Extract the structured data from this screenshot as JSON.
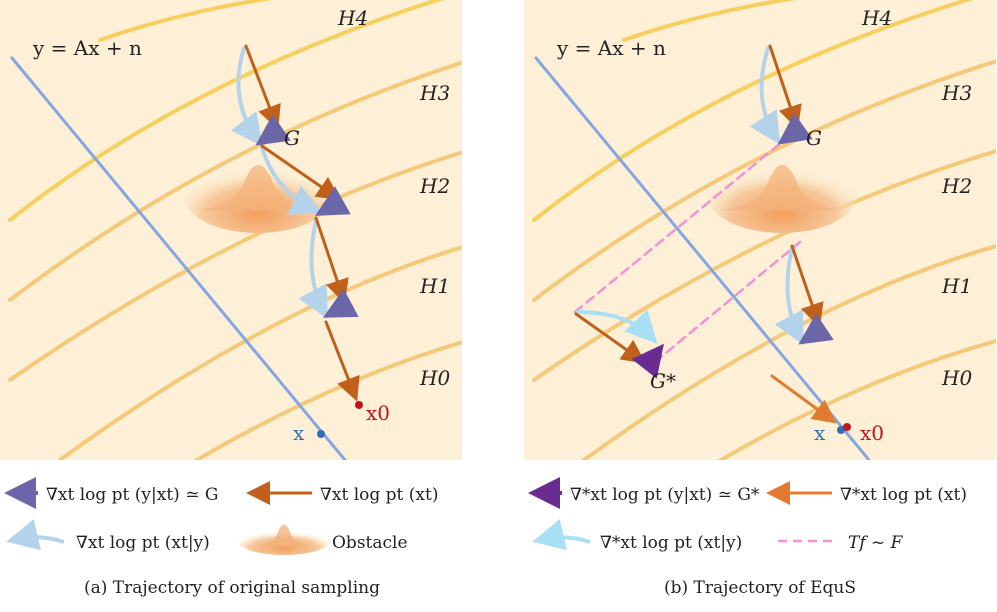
{
  "panel_a": {
    "equation": "y = Ax + n",
    "h4": "H4",
    "h3": "H3",
    "h2": "H2",
    "h1": "H1",
    "h0": "H0",
    "g_label": "G",
    "x_label": "x",
    "x0_label": "x0",
    "caption": "(a) Trajectory of original sampling"
  },
  "panel_b": {
    "equation": "y = Ax + n",
    "h4": "H4",
    "h3": "H3",
    "h2": "H2",
    "h1": "H1",
    "h0": "H0",
    "g_label": "G",
    "gstar_label": "G*",
    "x_label": "x",
    "x0_label": "x0",
    "caption": "(b) Trajectory of EquS"
  },
  "legend_a": {
    "likelihood": "∇xt log pt (y|xt) ≃ G",
    "prior": "∇xt log pt (xt)",
    "posterior": "∇xt log pt (xt|y)",
    "obstacle": "Obstacle"
  },
  "legend_b": {
    "likelihood": "∇*xt log pt (y|xt) ≃ G*",
    "prior": "∇*xt log pt (xt)",
    "posterior": "∇*xt log pt (xt|y)",
    "transform": "Tf ~ F"
  },
  "colors": {
    "background": "#fdf0d6",
    "arc": "#f5c97a",
    "arc_bright": "#f7cf5e",
    "line": "#86a6e2",
    "prior_arrow": "#c0601a",
    "prior_arrow_b": "#e27b2f",
    "likelihood_arrow": "#6b66a8",
    "likelihood_arrow_b": "#6a2c91",
    "posterior_arrow": "#b4d3ea",
    "posterior_arrow_b": "#a9dff5",
    "transform_dash": "#f291d6",
    "point_red": "#c0151f",
    "point_blue": "#2f6fb5"
  }
}
